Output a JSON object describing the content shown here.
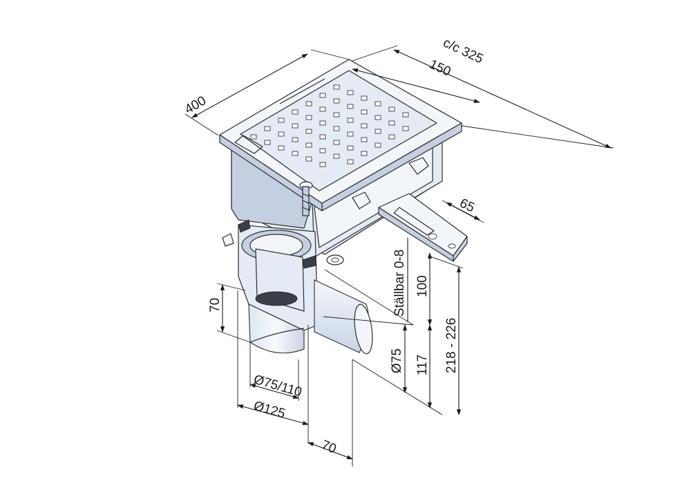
{
  "dimensions": {
    "width_400": "400",
    "cc_325": "c/c 325",
    "w_150": "150",
    "w_65": "65",
    "adjustable": "Ställbar 0-8",
    "h_100": "100",
    "h_range": "218 - 226",
    "h_117": "117",
    "dia_75": "Ø75",
    "h_70": "70",
    "dia_75_110": "Ø75/110",
    "dia_125": "Ø125",
    "off_70": "70"
  },
  "colors": {
    "steel": "#e4ebf5",
    "steel_dark": "#c4d0e1",
    "gasket": "#3b3f47"
  }
}
